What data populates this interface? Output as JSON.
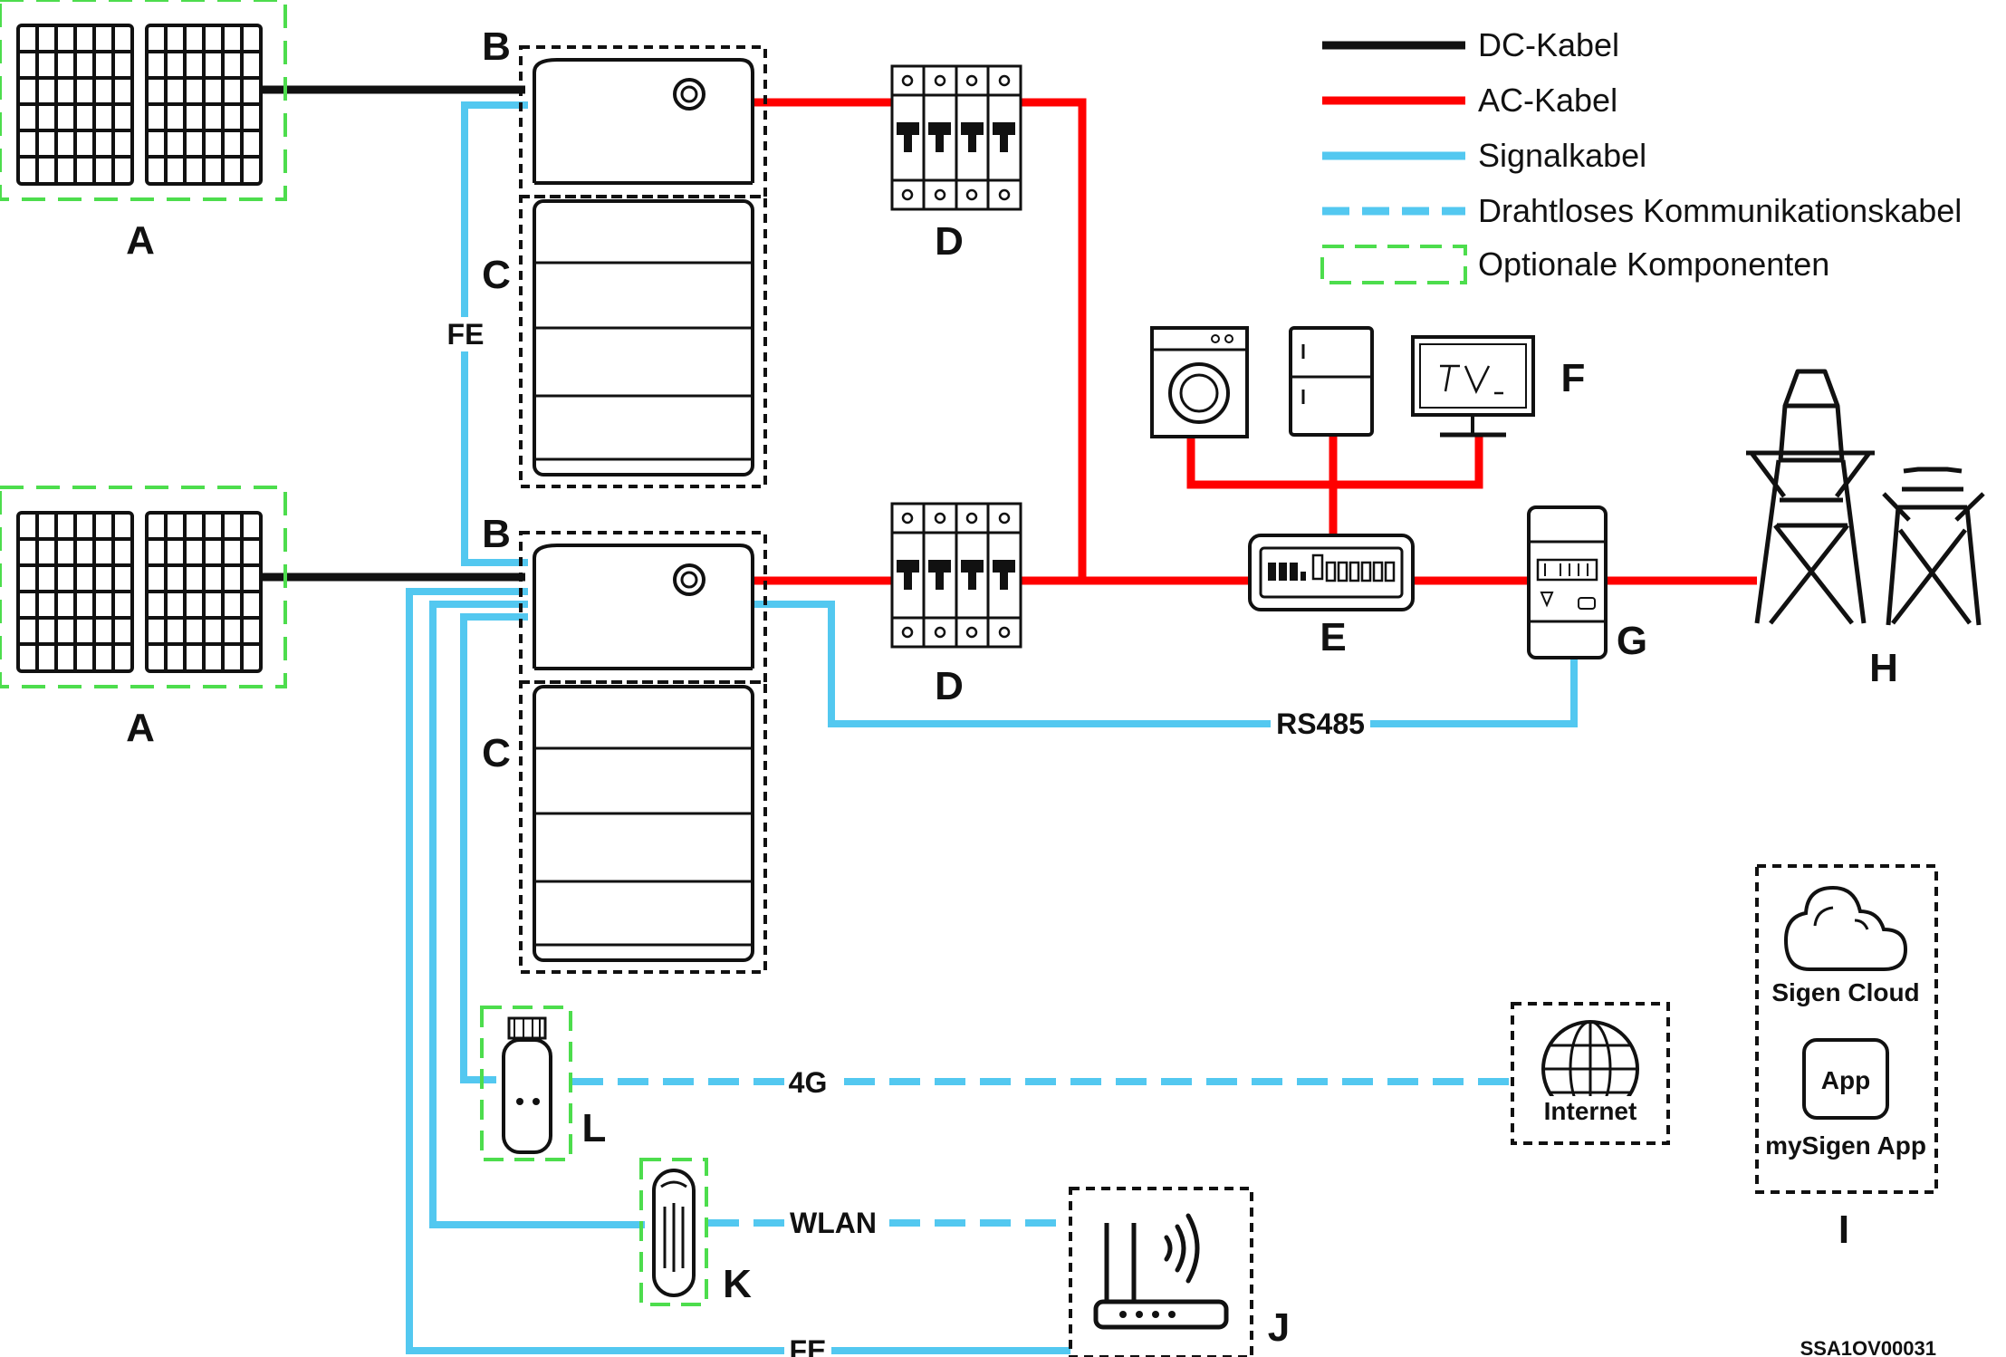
{
  "legend": {
    "dc_label": "DC-Kabel",
    "ac_label": "AC-Kabel",
    "signal_label": "Signalkabel",
    "wireless_label": "Drahtloses Kommunikationskabel",
    "optional_label": "Optionale Komponenten"
  },
  "colors": {
    "dc": "#111111",
    "ac": "#ff0000",
    "signal": "#53c8f0",
    "optional": "#4ddd4d",
    "device": "#111111"
  },
  "labels": {
    "a1": "A",
    "a2": "A",
    "b1": "B",
    "b2": "B",
    "c1": "C",
    "c2": "C",
    "d1": "D",
    "d2": "D",
    "e": "E",
    "f": "F",
    "g": "G",
    "h": "H",
    "i": "I",
    "j": "J",
    "k": "K",
    "l": "L"
  },
  "cables": {
    "fe_top": "FE",
    "rs485": "RS485",
    "g4": "4G",
    "wlan": "WLAN",
    "fe_bottom": "FE"
  },
  "devices": {
    "internet": "Internet",
    "sigen_cloud": "Sigen Cloud",
    "app_icon": "App",
    "mysigen_app": "mySigen App"
  },
  "icons": {
    "solar": "solar-panel-icon",
    "inverter": "inverter-icon",
    "battery": "battery-stack-icon",
    "breaker": "circuit-breaker-icon",
    "distribution": "distribution-box-icon",
    "washer": "washing-machine-icon",
    "fridge": "fridge-icon",
    "tv": "tv-icon",
    "meter": "energy-meter-icon",
    "pylon": "power-pylon-icon",
    "dongle_4g": "4g-dongle-icon",
    "dongle_wlan": "wlan-dongle-icon",
    "router": "router-icon",
    "globe": "globe-icon",
    "cloud": "cloud-icon"
  },
  "figure_code": "SSA1OV00031"
}
